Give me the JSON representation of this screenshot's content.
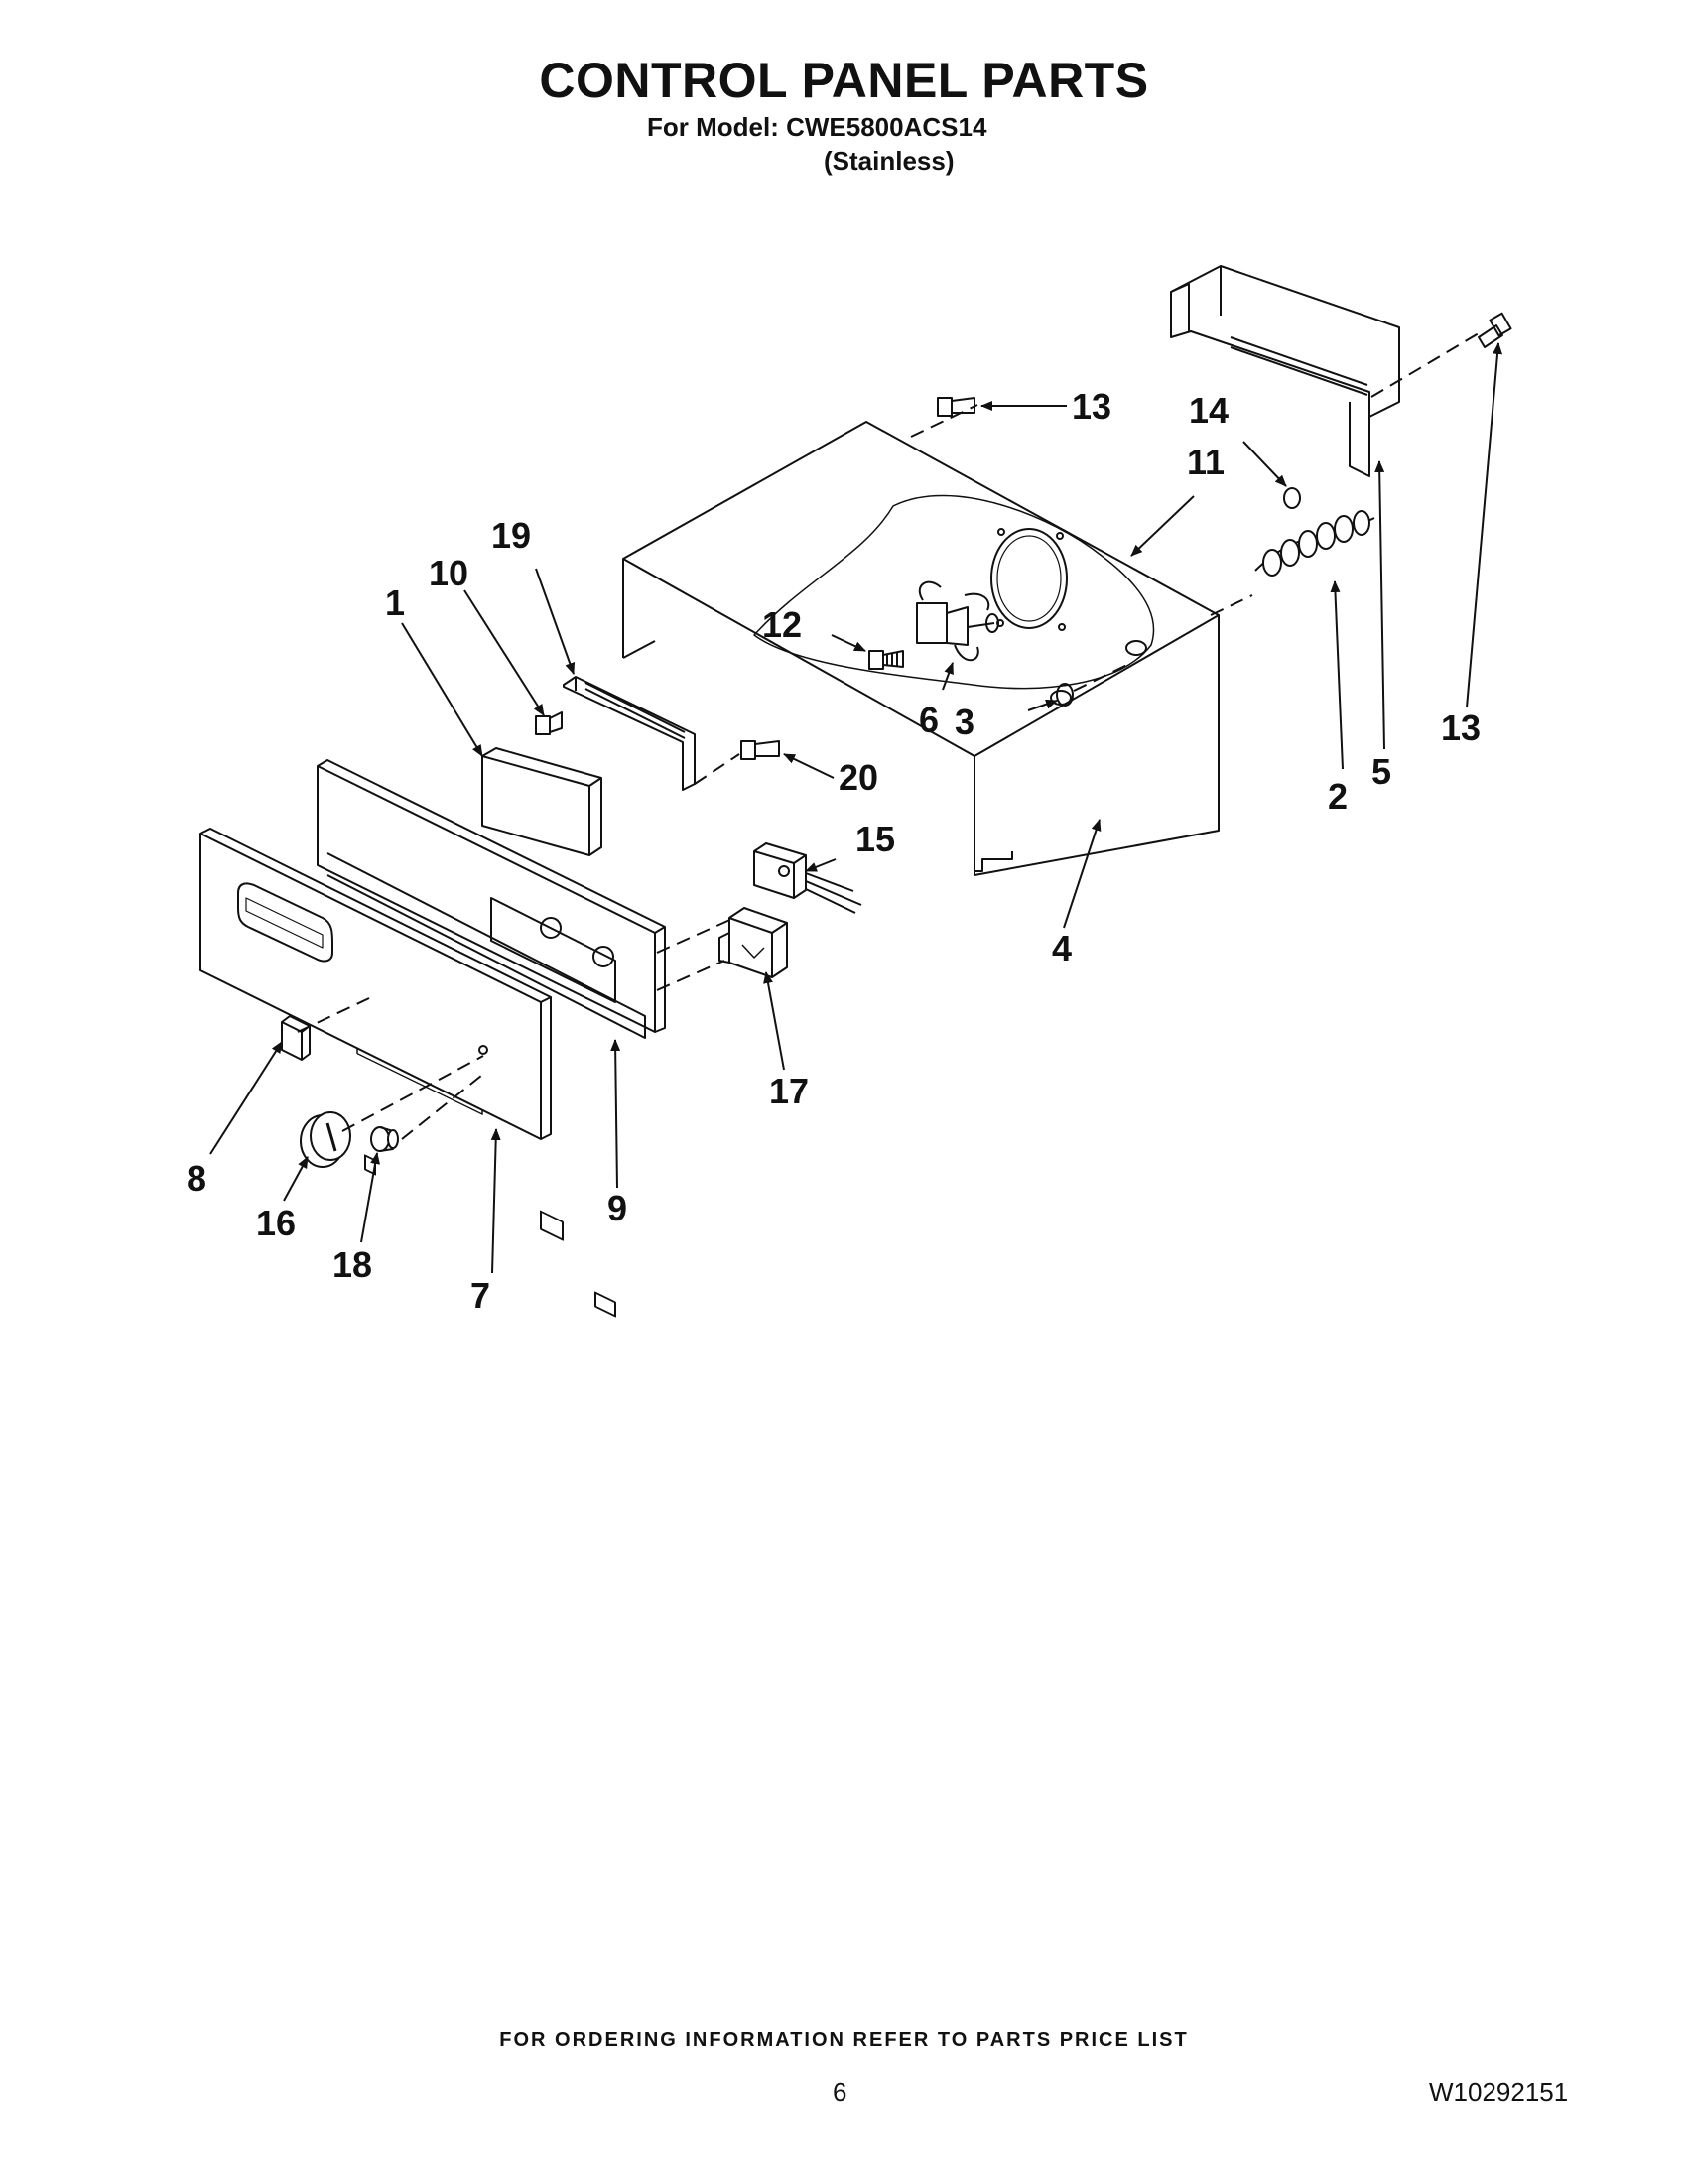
{
  "header": {
    "title": "CONTROL PANEL PARTS",
    "model_label": "For Model: CWE5800ACS14",
    "model_variant": "(Stainless)"
  },
  "callouts": {
    "c1": "1",
    "c2": "2",
    "c3": "3",
    "c4": "4",
    "c5": "5",
    "c6": "6",
    "c7": "7",
    "c8": "8",
    "c9": "9",
    "c10": "10",
    "c11": "11",
    "c12": "12",
    "c13a": "13",
    "c13b": "13",
    "c14": "14",
    "c15": "15",
    "c16": "16",
    "c17": "17",
    "c18": "18",
    "c19": "19",
    "c20": "20"
  },
  "footer": {
    "note": "FOR ORDERING INFORMATION REFER TO PARTS PRICE LIST",
    "page_number": "6",
    "doc_number": "W10292151"
  }
}
